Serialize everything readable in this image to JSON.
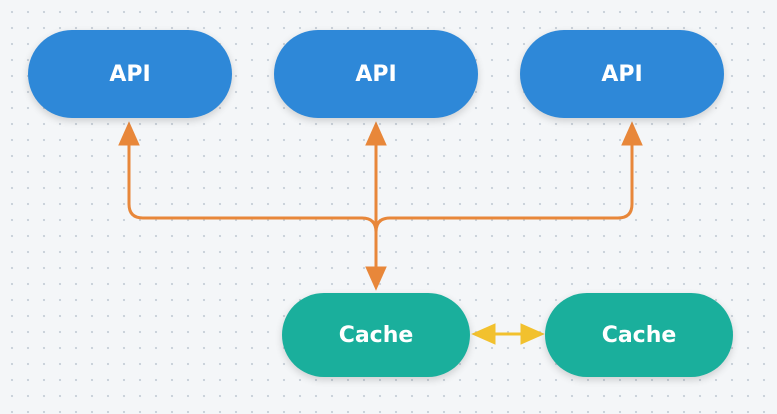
{
  "nodes": {
    "api_1": {
      "label": "API"
    },
    "api_2": {
      "label": "API"
    },
    "api_3": {
      "label": "API"
    },
    "cache_1": {
      "label": "Cache"
    },
    "cache_2": {
      "label": "Cache"
    }
  },
  "colors": {
    "api_fill": "#2e88d8",
    "cache_fill": "#1aaf9c",
    "connector_orange": "#e8873a",
    "connector_yellow": "#f2c12e",
    "background": "#f4f6f8"
  }
}
